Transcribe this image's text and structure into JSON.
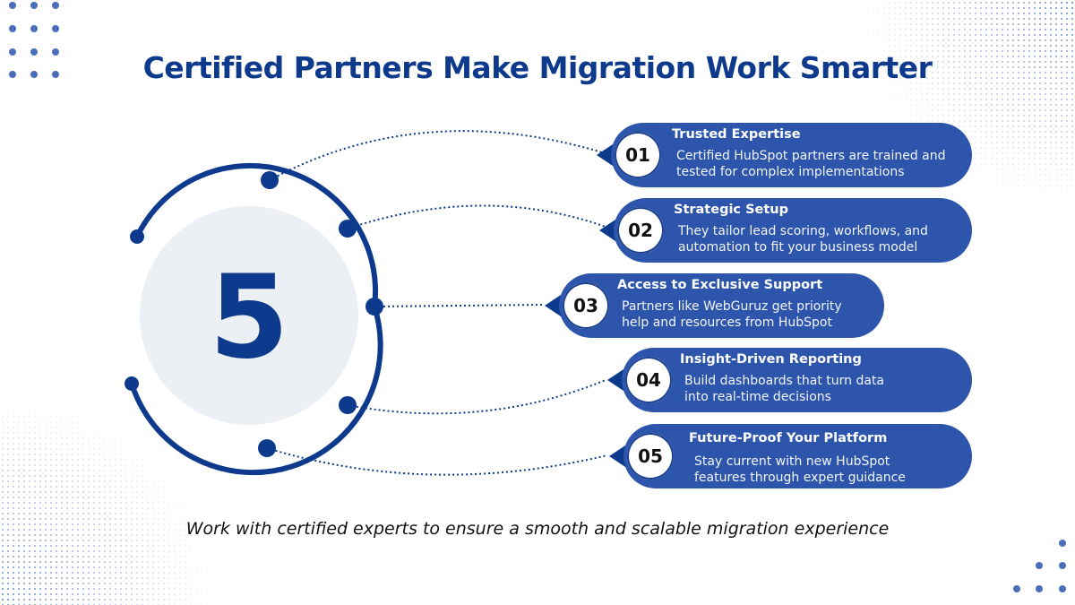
{
  "title": "Certified Partners Make Migration Work Smarter",
  "center_number": "5",
  "items": [
    {
      "number": "01",
      "title": "Trusted Expertise",
      "desc_line1": "Certified HubSpot partners are trained and",
      "desc_line2": "tested for complex implementations"
    },
    {
      "number": "02",
      "title": "Strategic Setup",
      "desc_line1": "They tailor lead scoring, workflows, and",
      "desc_line2": "automation to fit your business model"
    },
    {
      "number": "03",
      "title": "Access to Exclusive Support",
      "desc_line1": "Partners like WebGuruz get priority",
      "desc_line2": "help and resources from HubSpot"
    },
    {
      "number": "04",
      "title": "Insight-Driven Reporting",
      "desc_line1": "Build dashboards that turn data",
      "desc_line2": "into real-time decisions"
    },
    {
      "number": "05",
      "title": "Future-Proof Your Platform",
      "desc_line1": "Stay current with new HubSpot",
      "desc_line2": "features through expert guidance"
    }
  ],
  "footer": "Work with certified experts to ensure a smooth and scalable migration experience",
  "colors": {
    "primary_dark": "#0d3a8c",
    "pill": "#2d55ab",
    "center_disc": "#eceff4",
    "dots": "#4a6fb8"
  }
}
